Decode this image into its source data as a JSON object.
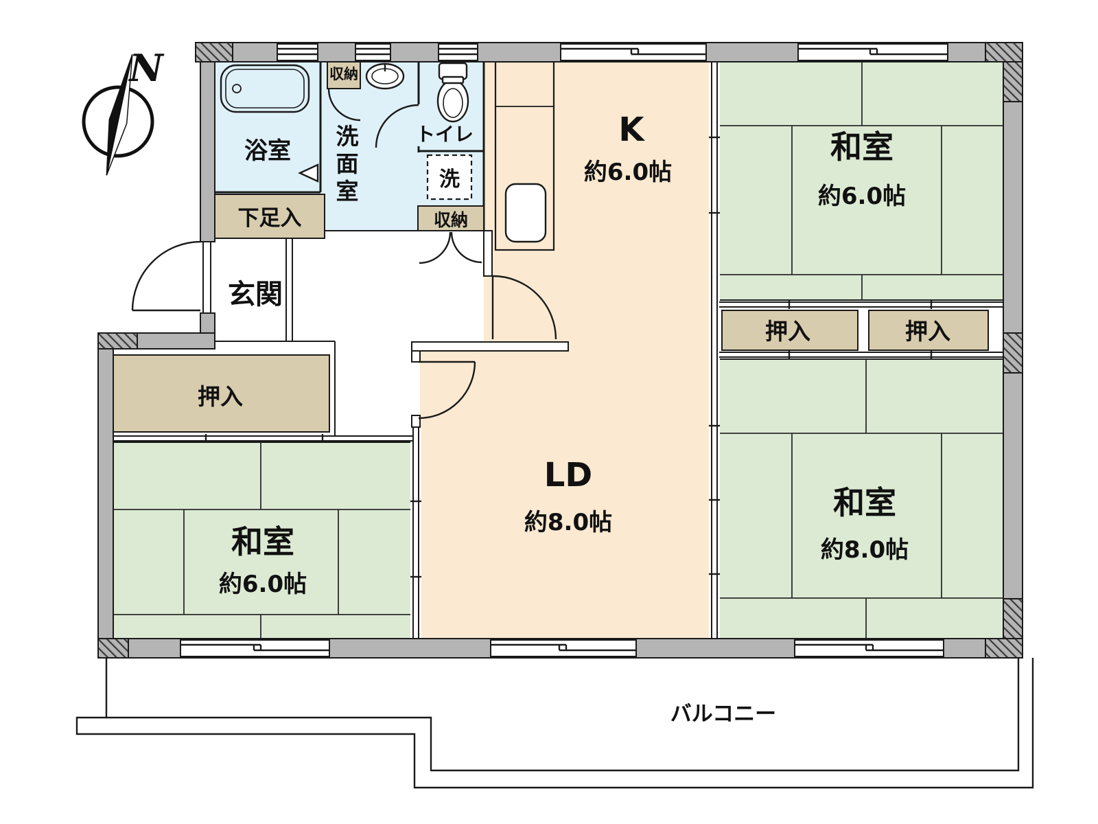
{
  "compass": {
    "letter": "N"
  },
  "rooms": {
    "kitchen": {
      "name": "K",
      "size": "約6.0帖"
    },
    "living_dining": {
      "name": "LD",
      "size": "約8.0帖"
    },
    "japanese_room_ne": {
      "name": "和室",
      "size": "約6.0帖"
    },
    "japanese_room_se": {
      "name": "和室",
      "size": "約8.0帖"
    },
    "japanese_room_sw": {
      "name": "和室",
      "size": "約6.0帖"
    },
    "bathroom": {
      "name": "浴室"
    },
    "washroom": {
      "name": "洗面室",
      "chars": [
        "洗",
        "面",
        "室"
      ]
    },
    "toilet": {
      "name": "トイレ"
    },
    "entrance": {
      "name": "玄関"
    },
    "balcony": {
      "name": "バルコニー"
    }
  },
  "fixtures": {
    "closet": "押入",
    "storage": "収納",
    "shoe_cabinet": "下足入",
    "washer": "洗"
  },
  "colors": {
    "wall_gray": "#b5b5b5",
    "tatami_green": "#dcead3",
    "floor_cream": "#fbe9d1",
    "water_blue": "#def0f8",
    "closet_tan": "#d8ccae",
    "line_black": "#1a1a1a"
  }
}
